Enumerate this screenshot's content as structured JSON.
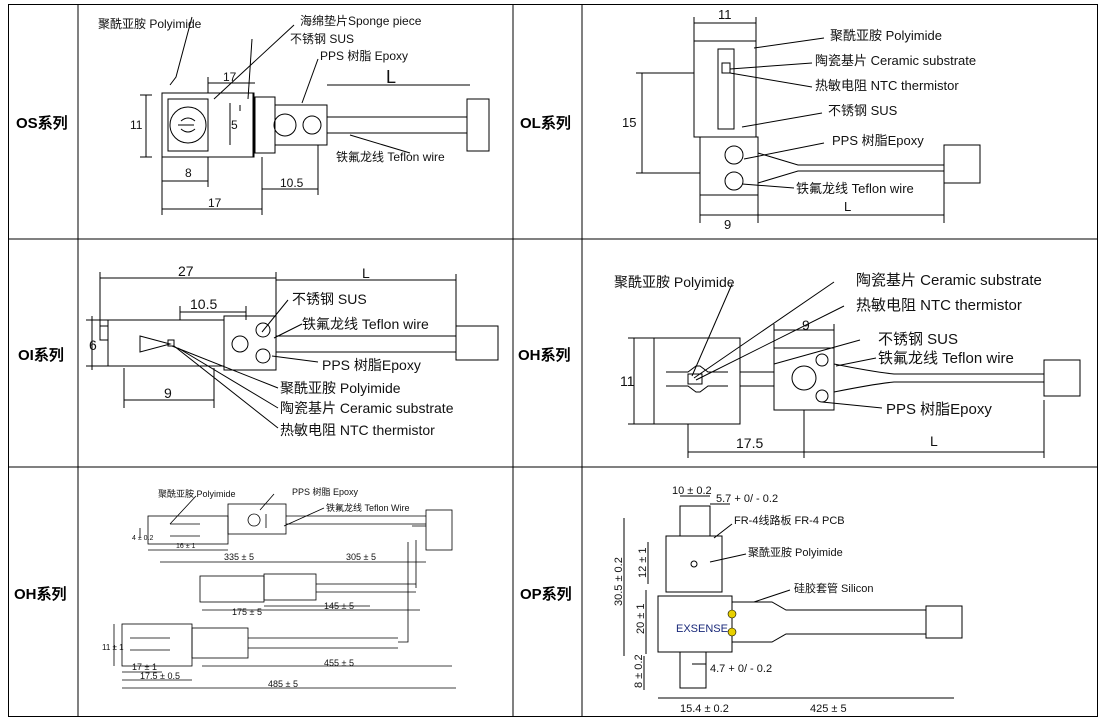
{
  "rows": [
    {
      "left_label": "OS系列",
      "right_label": "OL系列"
    },
    {
      "left_label": "OI系列",
      "right_label": "OH系列"
    },
    {
      "left_label": "OH系列",
      "right_label": "OP系列"
    }
  ],
  "os": {
    "callouts": [
      "聚酰亚胺 Polyimide",
      "海绵垫片Sponge piece",
      "不锈钢 SUS",
      "PPS 树脂 Epoxy",
      "铁氟龙线 Teflon wire"
    ],
    "dims": [
      "17",
      "L",
      "11",
      "5",
      "8",
      "10.5",
      "17"
    ]
  },
  "ol": {
    "callouts": [
      "聚酰亚胺 Polyimide",
      "陶瓷基片 Ceramic substrate",
      "热敏电阻 NTC thermistor",
      "不锈钢 SUS",
      "PPS 树脂Epoxy",
      "铁氟龙线 Teflon wire"
    ],
    "dims": [
      "11",
      "15",
      "9",
      "L"
    ]
  },
  "oi": {
    "callouts": [
      "不锈钢 SUS",
      "铁氟龙线 Teflon wire",
      "PPS 树脂Epoxy",
      "聚酰亚胺 Polyimide",
      "陶瓷基片 Ceramic substrate",
      "热敏电阻 NTC thermistor"
    ],
    "dims": [
      "27",
      "L",
      "10.5",
      "6",
      "9"
    ]
  },
  "oh1": {
    "callouts": [
      "聚酰亚胺 Polyimide",
      "陶瓷基片 Ceramic substrate",
      "热敏电阻 NTC thermistor",
      "不锈钢 SUS",
      "铁氟龙线 Teflon wire",
      "PPS 树脂Epoxy"
    ],
    "dims": [
      "9",
      "11",
      "17.5",
      "L"
    ]
  },
  "oh2": {
    "callouts": [
      "聚酰亚胺 Polyimide",
      "PPS 树脂 Epoxy",
      "铁氟龙线 Teflon Wire"
    ],
    "dims": [
      "4 ± 0.2",
      "16 ± 1",
      "335 ± 5",
      "305 ± 5",
      "175 ± 5",
      "145 ± 5",
      "11 ± 1",
      "17 ± 1",
      "17.5 ± 0.5",
      "455 ± 5",
      "485 ± 5"
    ]
  },
  "op": {
    "callouts": [
      "FR-4线路板 FR-4 PCB",
      "聚酰亚胺 Polyimide",
      "硅胶套管 Silicon"
    ],
    "dims": [
      "10 ± 0.2",
      "5.7 + 0/ - 0.2",
      "30.5 ± 0.2",
      "12 ± 1",
      "20 ± 1",
      "8 ± 0.2",
      "4.7 + 0/ - 0.2",
      "15.4 ± 0.2",
      "425 ± 5"
    ],
    "brand": "EXSENSE"
  }
}
